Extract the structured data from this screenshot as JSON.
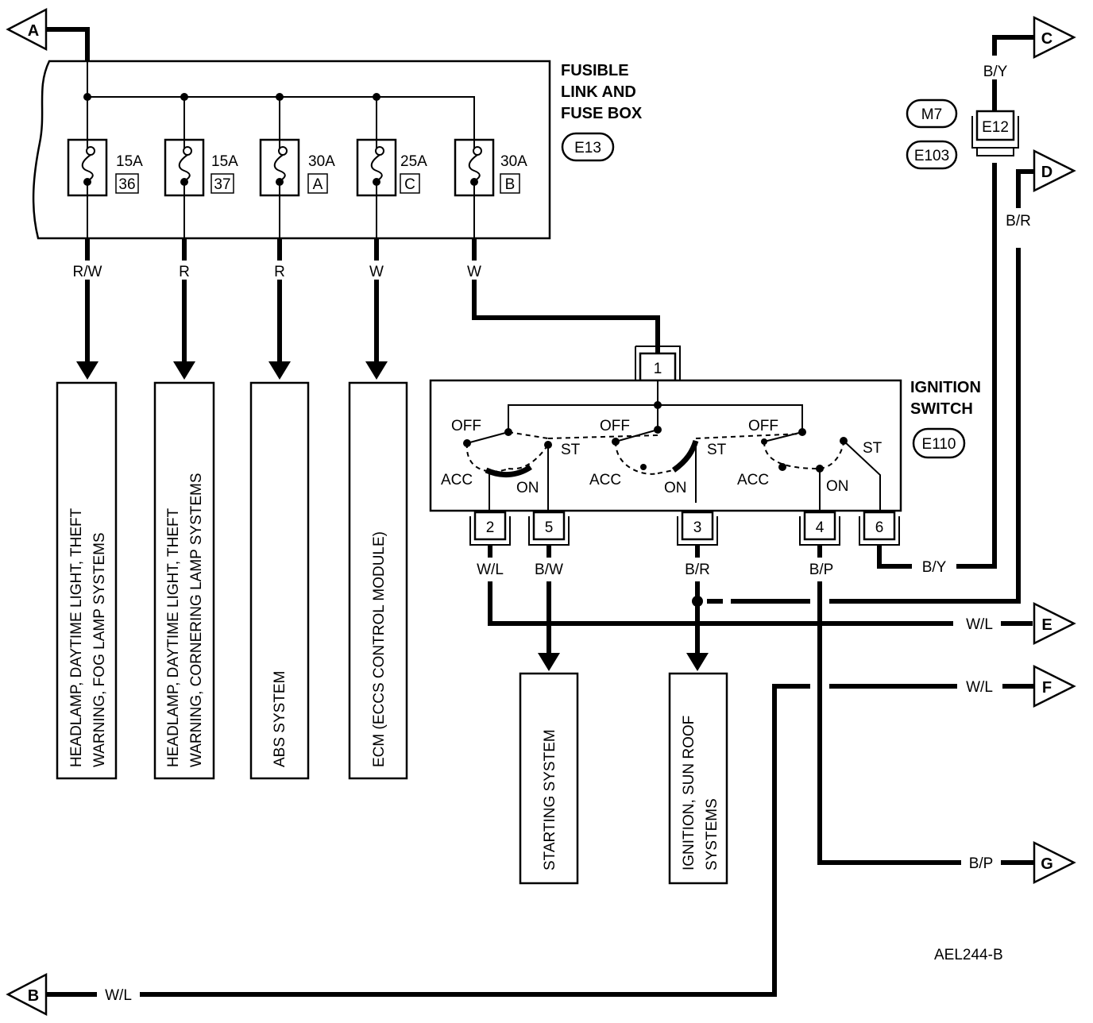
{
  "fuse_box": {
    "title_lines": [
      "FUSIBLE",
      "LINK AND",
      "FUSE BOX"
    ],
    "connector": "E13",
    "fuses": [
      {
        "rating": "15A",
        "id": "36",
        "wire": "R/W"
      },
      {
        "rating": "15A",
        "id": "37",
        "wire": "R"
      },
      {
        "rating": "30A",
        "id": "A",
        "wire": "R"
      },
      {
        "rating": "25A",
        "id": "C",
        "wire": "W"
      },
      {
        "rating": "30A",
        "id": "B",
        "wire": "W"
      }
    ]
  },
  "destinations": [
    {
      "lines": [
        "HEADLAMP, DAYTIME LIGHT, THEFT",
        "WARNING, FOG LAMP SYSTEMS"
      ]
    },
    {
      "lines": [
        "HEADLAMP, DAYTIME LIGHT, THEFT",
        "WARNING, CORNERING LAMP SYSTEMS"
      ]
    },
    {
      "lines": [
        "ABS SYSTEM"
      ]
    },
    {
      "lines": [
        "ECM (ECCS CONTROL MODULE)"
      ]
    },
    {
      "lines": [
        "STARTING SYSTEM"
      ]
    },
    {
      "lines": [
        "IGNITION, SUN ROOF",
        "SYSTEMS"
      ]
    }
  ],
  "ignition_switch": {
    "title_lines": [
      "IGNITION",
      "SWITCH"
    ],
    "connector": "E110",
    "positions": {
      "off": "OFF",
      "acc": "ACC",
      "on": "ON",
      "st": "ST"
    },
    "pins": [
      "1",
      "2",
      "5",
      "3",
      "4",
      "6"
    ]
  },
  "wires": {
    "pin2": "W/L",
    "pin5": "B/W",
    "pin3": "B/R",
    "pin4": "B/P",
    "pin6": "B/Y",
    "c": "B/Y",
    "d": "B/R",
    "e": "W/L",
    "f": "W/L",
    "g": "B/P",
    "b": "W/L"
  },
  "connectors": {
    "m7": "M7",
    "e103": "E103",
    "e12": "E12"
  },
  "terminals": {
    "a": "A",
    "b": "B",
    "c": "C",
    "d": "D",
    "e": "E",
    "f": "F",
    "g": "G"
  },
  "figure_code": "AEL244-B"
}
